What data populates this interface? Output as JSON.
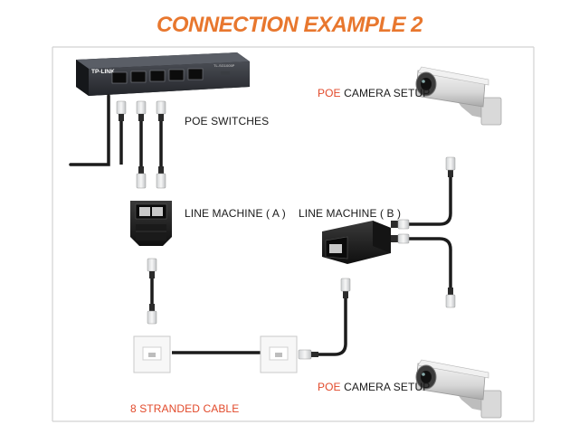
{
  "title": "CONNECTION EXAMPLE 2",
  "switch": {
    "brand": "TP-LINK",
    "model": "TL-SG1005P",
    "ports": 5
  },
  "labels": {
    "poe_switches": "POE SWITCHES",
    "line_machine_a": "LINE MACHINE ( A )",
    "line_machine_b": "LINE MACHINE ( B )",
    "poe_camera_top_red": "POE",
    "poe_camera_top_rest": " CAMERA SETUP",
    "poe_camera_bottom_red": "POE",
    "poe_camera_bottom_rest": " CAMERA SETUP",
    "cable": "8 STRANDED CABLE"
  },
  "colors": {
    "accent_orange": "#e8772e",
    "red_text": "#e24a2b",
    "cable": "#1c1c1c",
    "frame_line": "#cfcfcf",
    "switch_body": "#2b2d31",
    "adapter_body": "#1f1f1f"
  },
  "icons": [
    "network-switch-icon",
    "rj45-splitter-icon",
    "wall-plate-icon",
    "cctv-camera-icon",
    "rj45-plug-icon"
  ]
}
